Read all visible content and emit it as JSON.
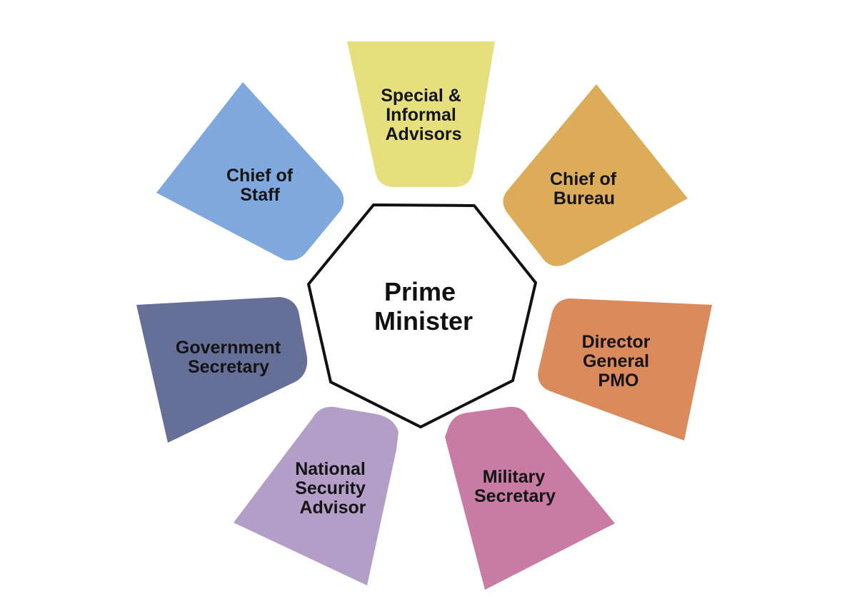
{
  "center": {
    "label_lines": [
      "Prime",
      "Minister"
    ],
    "outline_color": "#111111",
    "fill_color": "#ffffff"
  },
  "nodes": [
    {
      "id": "special-informal-advisors",
      "label_lines": [
        "Special &",
        "Informal",
        "Advisors"
      ],
      "color": "#E6DF7D"
    },
    {
      "id": "chief-of-bureau",
      "label_lines": [
        "Chief of",
        "Bureau"
      ],
      "color": "#DDAC5A"
    },
    {
      "id": "director-general-pmo",
      "label_lines": [
        "Director",
        "General",
        "PMO"
      ],
      "color": "#DB8A5C"
    },
    {
      "id": "military-secretary",
      "label_lines": [
        "Military",
        "Secretary"
      ],
      "color": "#C87BA3"
    },
    {
      "id": "national-security-advisor",
      "label_lines": [
        "National",
        "Security",
        "Advisor"
      ],
      "color": "#B39EC8"
    },
    {
      "id": "government-secretary",
      "label_lines": [
        "Government",
        "Secretary"
      ],
      "color": "#656F97"
    },
    {
      "id": "chief-of-staff",
      "label_lines": [
        "Chief of",
        "Staff"
      ],
      "color": "#7FA9DE"
    }
  ]
}
